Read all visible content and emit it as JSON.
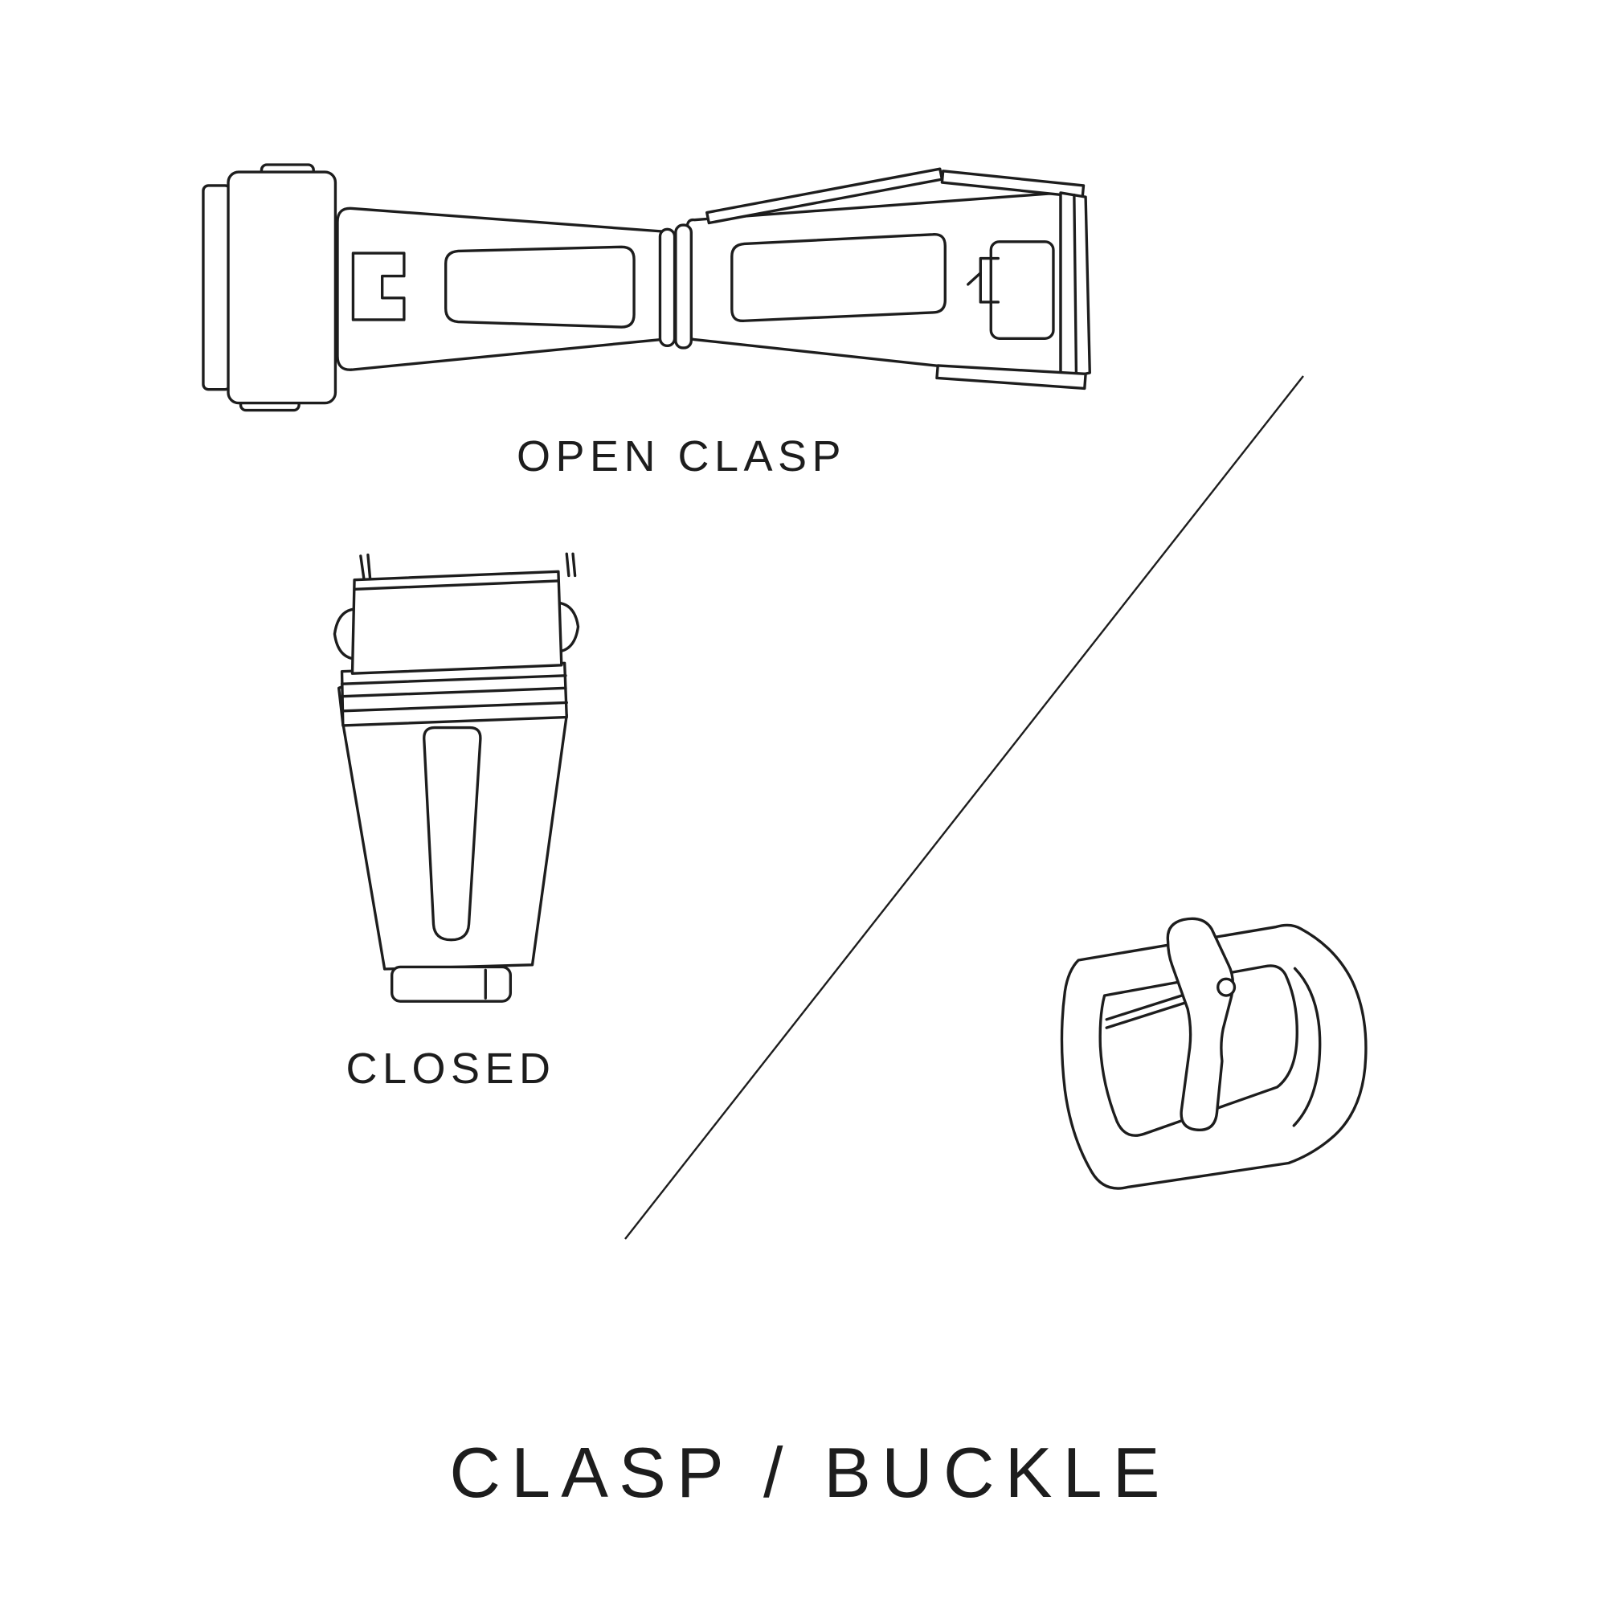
{
  "page": {
    "background": "#ffffff",
    "ink": "#1d1d1d"
  },
  "figures": {
    "open_clasp": {
      "caption": "OPEN CLASP"
    },
    "closed_clasp": {
      "caption": "CLOSED"
    }
  },
  "title": "CLASP / BUCKLE"
}
